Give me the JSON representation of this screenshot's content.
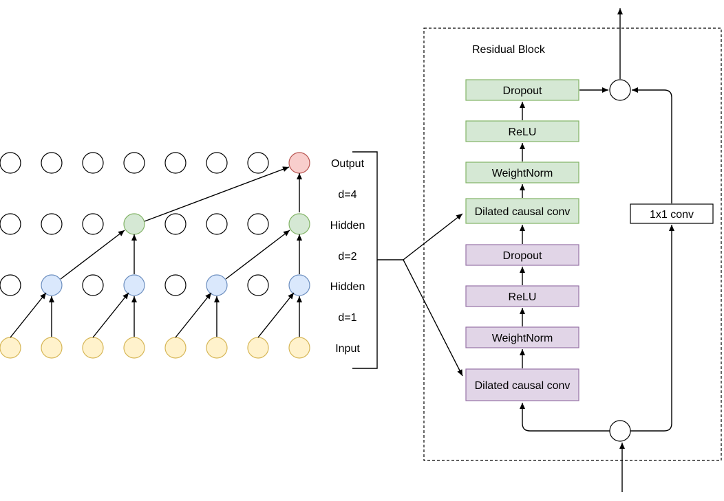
{
  "tcn": {
    "layer_labels": [
      "Output",
      "d=4",
      "Hidden",
      "d=2",
      "Hidden",
      "d=1",
      "Input"
    ],
    "node_rows": [
      {
        "name": "output",
        "fill": "#ffffff",
        "stroke": "#000000",
        "active_fill": "#f8cecc",
        "active_stroke": "#b85450"
      },
      {
        "name": "hidden2",
        "fill": "#ffffff",
        "stroke": "#000000",
        "active_fill": "#d5e8d4",
        "active_stroke": "#82b366"
      },
      {
        "name": "hidden1",
        "fill": "#ffffff",
        "stroke": "#000000",
        "active_fill": "#dae8fc",
        "active_stroke": "#6c8ebf"
      },
      {
        "name": "input",
        "fill": "#fff2cc",
        "stroke": "#d6b656"
      }
    ]
  },
  "residual_block": {
    "title": "Residual Block",
    "green_blocks": [
      "Dropout",
      "ReLU",
      "WeightNorm",
      "Dilated causal conv"
    ],
    "purple_blocks": [
      "Dropout",
      "ReLU",
      "WeightNorm",
      "Dilated causal conv"
    ],
    "skip_label": "1x1 conv",
    "colors": {
      "green_fill": "#d5e8d4",
      "green_stroke": "#82b366",
      "purple_fill": "#e1d5e7",
      "purple_stroke": "#9673a6"
    }
  }
}
